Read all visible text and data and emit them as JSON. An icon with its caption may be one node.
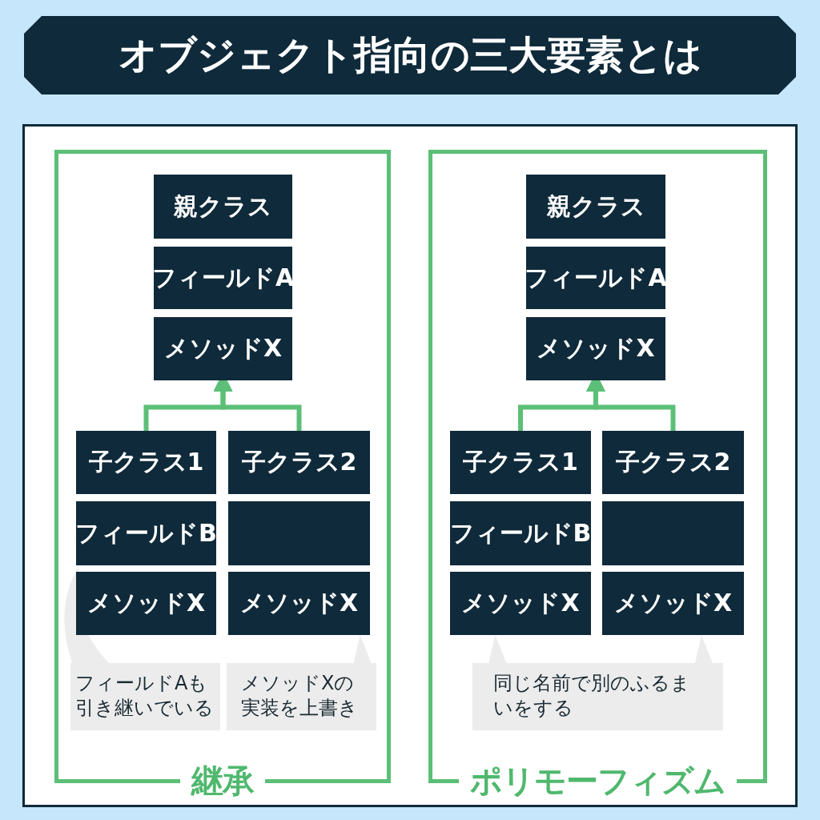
{
  "diagram": {
    "title": "オブジェクト指向の三大要素とは",
    "nodes": [
      {
        "text": [
          "継承"
        ]
      },
      {
        "text": [
          "親クラス"
        ],
        "in": 0
      },
      {
        "text": [
          "フィールドA"
        ],
        "in": 0
      },
      {
        "text": [
          "メソッドX"
        ],
        "in": 0
      },
      {
        "text": [
          "子クラス1"
        ],
        "in": 0
      },
      {
        "text": [
          "フィールドB"
        ],
        "in": 0
      },
      {
        "text": [
          "メソッドX"
        ],
        "in": 0
      },
      {
        "text": [
          "子クラス2"
        ],
        "in": 0
      },
      {
        "text": [],
        "shape": "box",
        "in": 0
      },
      {
        "text": [
          "メソッドX"
        ],
        "in": 0
      },
      {
        "text": [
          "フィールドAも引き継いでいる"
        ],
        "in": 0
      },
      {
        "text": [
          "メソッドXの実装を上書き"
        ],
        "in": 0
      },
      {
        "text": [
          "ポリモーフィズム"
        ]
      },
      {
        "text": [
          "親クラス"
        ],
        "in": 12
      },
      {
        "text": [
          "フィールドA"
        ],
        "in": 12
      },
      {
        "text": [
          "メソッドX"
        ],
        "in": 12
      },
      {
        "text": [
          "子クラス1"
        ],
        "in": 12
      },
      {
        "text": [
          "フィールドB"
        ],
        "in": 12
      },
      {
        "text": [
          "メソッドX"
        ],
        "in": 12
      },
      {
        "text": [
          "子クラス2"
        ],
        "in": 12
      },
      {
        "text": [],
        "shape": "box",
        "in": 12
      },
      {
        "text": [
          "メソッドX"
        ],
        "in": 12
      },
      {
        "text": [
          "同じ名前で別のふるまいをする"
        ],
        "in": 12
      }
    ],
    "edges": [
      {
        "from": 4,
        "to": 3,
        "arrow": "to"
      },
      {
        "from": 7,
        "to": 3,
        "arrow": "to"
      },
      {
        "from": 10,
        "to": 5,
        "arrow": "to"
      },
      {
        "from": 11,
        "to": 9,
        "arrow": "to"
      },
      {
        "from": 16,
        "to": 15,
        "arrow": "to"
      },
      {
        "from": 19,
        "to": 15,
        "arrow": "to"
      },
      {
        "from": 22,
        "to": 18,
        "arrow": "to"
      },
      {
        "from": 22,
        "to": 21,
        "arrow": "to"
      }
    ]
  }
}
